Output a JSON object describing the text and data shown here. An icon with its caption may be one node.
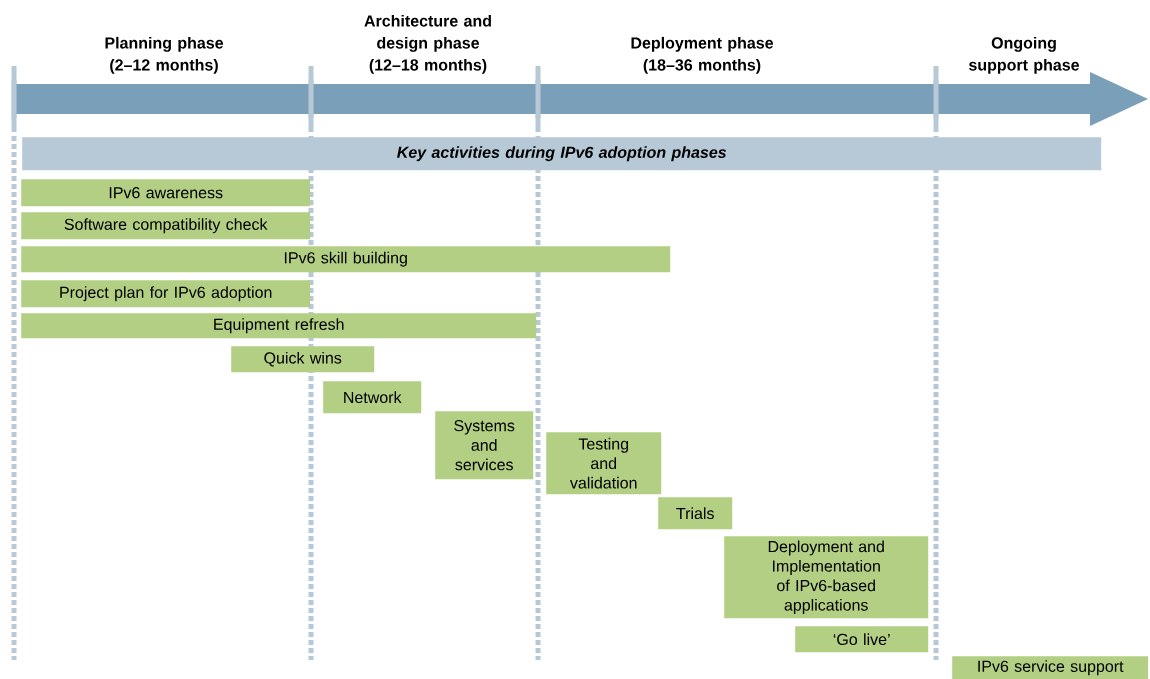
{
  "diagram": {
    "nodes": [
      {
        "text": [
          "Key activities during IPv6 adoption phases"
        ]
      },
      {
        "text": [
          "IPv6 awareness"
        ]
      },
      {
        "text": [
          "Software compatibility check"
        ]
      },
      {
        "text": [
          "IPv6 skill building"
        ]
      },
      {
        "text": [
          "Project plan for IPv6 adoption"
        ]
      },
      {
        "text": [
          "Equipment refresh"
        ]
      },
      {
        "text": [
          "Quick wins"
        ]
      },
      {
        "text": [
          "Network"
        ]
      },
      {
        "text": [
          "Systems and services"
        ]
      },
      {
        "text": [
          "Testing and validation"
        ]
      },
      {
        "text": [
          "Trials"
        ]
      },
      {
        "text": [
          "Deployment and Implementation of IPv6-based applications"
        ]
      },
      {
        "text": [
          "‘Go live’"
        ]
      },
      {
        "text": [
          "IPv6 service support"
        ]
      }
    ],
    "labels": [
      "Architecture and design phase (12–18 months)",
      "Planning phase (2–12 months)",
      "Deployment phase (18–36 months)",
      "Ongoing support phase"
    ]
  }
}
